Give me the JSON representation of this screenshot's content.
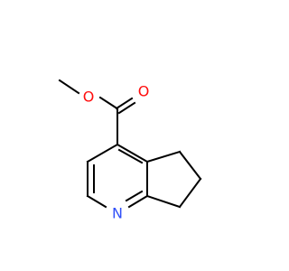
{
  "molecule": {
    "atoms": [
      {
        "id": "o-ether",
        "label": "O",
        "color": "#ff0d0d"
      },
      {
        "id": "o-carbonyl",
        "label": "O",
        "color": "#ff0d0d"
      },
      {
        "id": "n-pyridine",
        "label": "N",
        "color": "#3050f8"
      }
    ]
  }
}
